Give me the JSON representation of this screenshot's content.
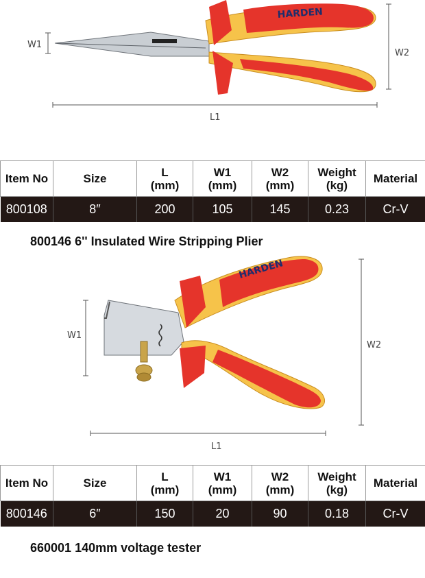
{
  "products": [
    {
      "dims": {
        "w1": "W1",
        "w2": "W2",
        "l1": "L1"
      },
      "brand": "HARDEN",
      "table": {
        "headers": [
          "Item No",
          "Size",
          "L\n(mm)",
          "W1\n(mm)",
          "W2\n(mm)",
          "Weight\n(kg)",
          "Material"
        ],
        "row": [
          "800108",
          "8″",
          "200",
          "105",
          "145",
          "0.23",
          "Cr-V"
        ]
      }
    },
    {
      "title": "800146  6'' Insulated Wire Stripping Plier",
      "dims": {
        "w1": "W1",
        "w2": "W2",
        "l1": "L1"
      },
      "brand": "HARDEN",
      "table": {
        "headers": [
          "Item No",
          "Size",
          "L\n(mm)",
          "W1\n(mm)",
          "W2\n(mm)",
          "Weight\n(kg)",
          "Material"
        ],
        "row": [
          "800146",
          "6″",
          "150",
          "20",
          "90",
          "0.18",
          "Cr-V"
        ]
      }
    }
  ],
  "next_title": "660001  140mm voltage tester",
  "colors": {
    "handle_red": "#e5342b",
    "handle_yellow": "#f6c34a",
    "table_dark": "#231815"
  }
}
